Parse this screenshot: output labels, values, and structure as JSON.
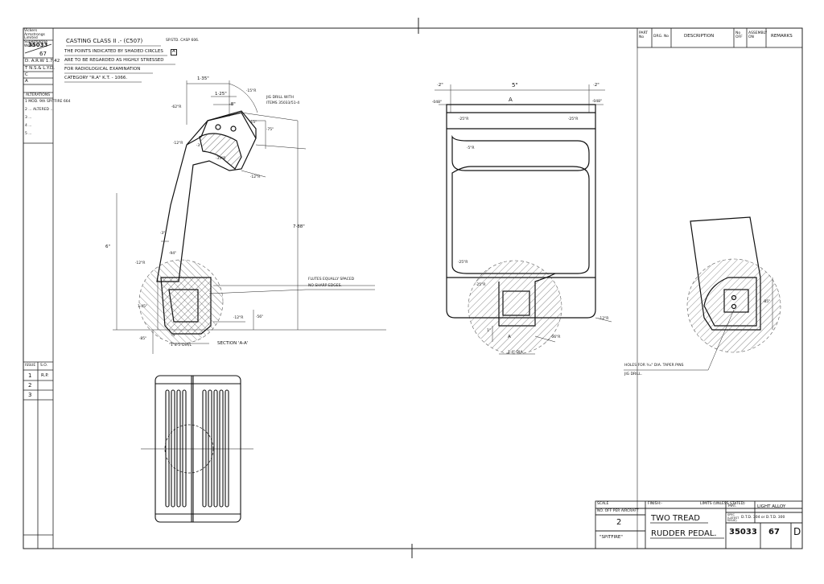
{
  "left_panel": {
    "company": "Vickers Armstrongs Limited Supermarine Works",
    "drawing_no": "35033",
    "sheet": "67",
    "drawn": "D. A.R.W 1.7.42",
    "traced": "T  N.S.& L.Y.D.",
    "checked": "C",
    "approved": "A",
    "alterations_header": "ALTERATIONS",
    "alterations": [
      "1  MOD. 9th SPITFIRE 664",
      "2  ... ALTERED ...",
      "3  ...",
      "4  ...",
      "5  ..."
    ],
    "issue_header": "ISSUE",
    "so_header": "S.O.",
    "issue_rows": [
      [
        "1",
        "R.P."
      ],
      [
        "2",
        ""
      ],
      [
        "3",
        ""
      ]
    ]
  },
  "notes": {
    "line1": "CASTING  CLASS  II .- (C507)",
    "line1_suffix": "SP.STD. CASP 606.",
    "line2": "THE  POINTS  INDICATED  BY  SHADED  CIRCLES",
    "line2_mark": "A",
    "line3": "ARE  TO  BE  REGARDED  AS  HIGHLY  STRESSED",
    "line4": "FOR  RADIOLOGICAL  EXAMINATION",
    "line5": "CATEGORY  \"R.A\"  K.T.  - 1066."
  },
  "parts_header": {
    "part_no": "PART No",
    "drg_no": "DRG. No",
    "description": "DESCRIPTION",
    "no_off": "No OFF",
    "assembly_on": "ASSEMBLY ON",
    "remarks": "REMARKS"
  },
  "annotations": {
    "dim_1_35": "1·35\"",
    "dim_1_25": "1·25\"",
    "dim_8": "·8\"",
    "dim_15r": "·15\"R",
    "dim_jig": "JIG  DRILL  WITH",
    "dim_jig2": "ITEMS  35033/51-4",
    "dim_62r": "·62\"R",
    "dim_12r_a": "·12\"R",
    "dim_3": "·3\"",
    "dim_35r": "·35\"R",
    "dim_15": "·15\"",
    "dim_75": "·75\"",
    "dim_12r_b": "·12\"R",
    "dim_6": "6\"",
    "dim_7_88": "7·88\"",
    "dim_3b": "·3\"",
    "dim_94": "·94\"",
    "dim_12r_c": "·12\"R",
    "flutes1": "FLUTES  EQUALLY  SPACED",
    "flutes2": "NO  SHARP  EDGES.",
    "dim_1_45": "1·45\"",
    "dim_85": "·85\"",
    "dim_56": "·56\"",
    "dim_12r_d": "·12\"R",
    "dim_4": "·4\"",
    "dim_125": "1\"8·5\"DIA/L",
    "section": "SECTION  'A-A'",
    "fv_2a": "·2\"",
    "fv_5": "5\"",
    "fv_2b": "·2\"",
    "fv_048a": "·048\"",
    "fv_A": "A",
    "fv_048b": "·048\"",
    "fv_25r_a": "·25\"R",
    "fv_25r_b": "·25\"R",
    "fv_5r": "·5\"R",
    "fv_25r_c": "·25\"R",
    "fv_25r_d": "·25\"R",
    "fv_1": "1\"",
    "fv_A2": "A",
    "fv_06r": "·06\"R",
    "fv_14dia": "1·4\" DIA",
    "fv_12r": "·12\"R",
    "rv_85": "·85\"",
    "holes1": "HOLES  FOR  ³⁄₁₆\"  DIA. TAPER  PINS",
    "holes2": "JIG  DRILL."
  },
  "title_block": {
    "scale": "SCALE",
    "finish": "FINISH:-",
    "limits": "LIMITS (UNLESS STATED)",
    "no_off_per_aircraft": "NO. OFF PER AIRCRAFT",
    "qty": "2",
    "title_line1": "TWO TREAD",
    "title_line2": "RUDDER PEDAL.",
    "mat_label": "MAT.",
    "material": "LIGHT ALLOY",
    "spec_label": "SPEC (LATEST ISSUE)",
    "spec": "D.T.D. 304 or D.T.D. 300",
    "aircraft": "\"SPITFIRE\"",
    "drawing_no": "35033",
    "sheet": "67",
    "size": "D"
  }
}
